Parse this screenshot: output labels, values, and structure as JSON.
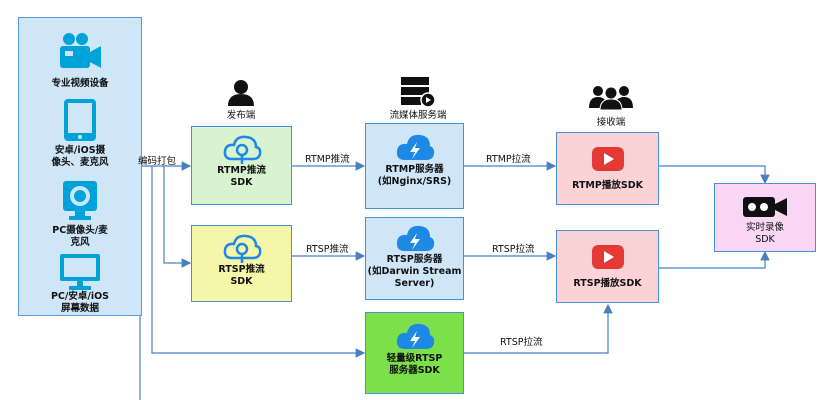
{
  "sources": [
    {
      "icon": "video-camera-icon",
      "label": "专业视频设备"
    },
    {
      "icon": "tablet-icon",
      "label": "安卓/iOS摄\n像头、麦克风"
    },
    {
      "icon": "webcam-icon",
      "label": "PC摄像头/麦\n克风"
    },
    {
      "icon": "monitor-icon",
      "label": "PC/安卓/iOS\n屏幕数据"
    }
  ],
  "encode_label": "编码打包",
  "headers": {
    "publisher": "发布端",
    "server": "流媒体服务端",
    "receiver": "接收端"
  },
  "nodes": {
    "rtmp_push": "RTMP推流\nSDK",
    "rtsp_push": "RTSP推流\nSDK",
    "rtmp_server": "RTMP服务器\n(如Nginx/SRS)",
    "rtsp_server": "RTSP服务器\n(如Darwin Stream\nServer)",
    "light_rtsp": "轻量级RTSP\n服务器SDK",
    "rtmp_player": "RTMP播放SDK",
    "rtsp_player": "RTSP播放SDK",
    "recorder": "实时录像\nSDK"
  },
  "edges": {
    "rtmp_push": "RTMP推流",
    "rtmp_pull": "RTMP拉流",
    "rtsp_push": "RTSP推流",
    "rtsp_pull": "RTSP拉流",
    "rtsp_pull_light": "RTSP拉流"
  },
  "colors": {
    "line": "#4a7fc1",
    "cloud": "#1e88e5",
    "play": "#e53935",
    "source_bg": "#cfe6f8",
    "rtmp_push_bg": "#d8f3d0",
    "rtsp_push_bg": "#f6f6a8",
    "server_bg": "#cfe6f8",
    "light_bg": "#7be04a",
    "player_bg": "#fbd3d7",
    "recorder_bg": "#f9d6f3"
  }
}
